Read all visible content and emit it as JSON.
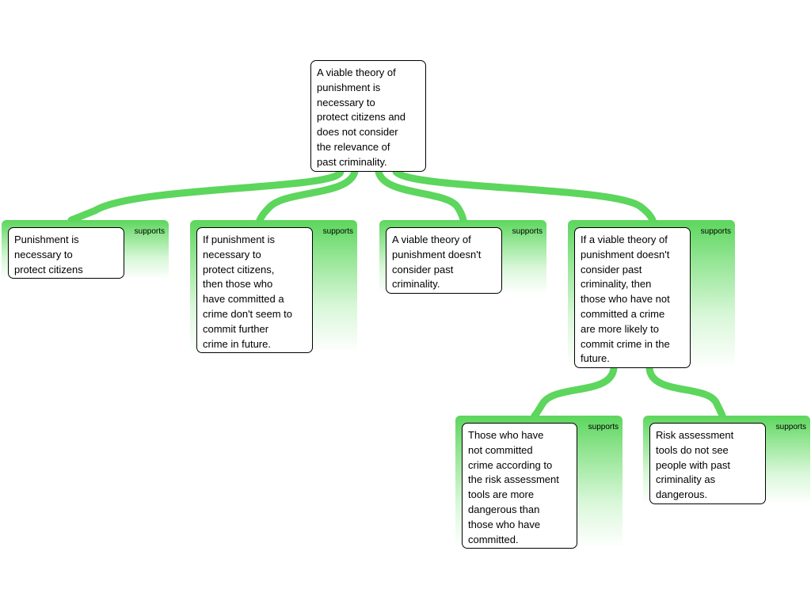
{
  "colors": {
    "link_green": "#5cd65c",
    "node_border": "#000000"
  },
  "root": {
    "lines": [
      "A viable theory of",
      "punishment is",
      "necessary to",
      "protect citizens and",
      "does not consider",
      "the relevance of",
      "past criminality."
    ]
  },
  "children": [
    {
      "relation": "supports",
      "lines": [
        "Punishment is",
        "necessary to",
        "protect citizens"
      ]
    },
    {
      "relation": "supports",
      "lines": [
        "If punishment is",
        "necessary to",
        "protect citizens,",
        "then those who",
        "have committed a",
        "crime don't seem to",
        "commit further",
        "crime in future."
      ]
    },
    {
      "relation": "supports",
      "lines": [
        "A viable theory of",
        "punishment doesn't",
        "consider past",
        "criminality."
      ]
    },
    {
      "relation": "supports",
      "lines": [
        "If a viable theory  of",
        "punishment doesn't",
        "consider past",
        "criminality, then",
        "those who have not",
        "committed a crime",
        "are more likely to",
        "commit crime in the",
        "future."
      ]
    }
  ],
  "grandchildren": [
    {
      "relation": "supports",
      "lines": [
        "Those who have",
        "not committed",
        "crime according to",
        "the risk assessment",
        "tools are more",
        "dangerous than",
        "those who have",
        "committed."
      ]
    },
    {
      "relation": "supports",
      "lines": [
        "Risk assessment",
        "tools do not see",
        "people with past",
        "criminality as",
        "dangerous."
      ]
    }
  ]
}
